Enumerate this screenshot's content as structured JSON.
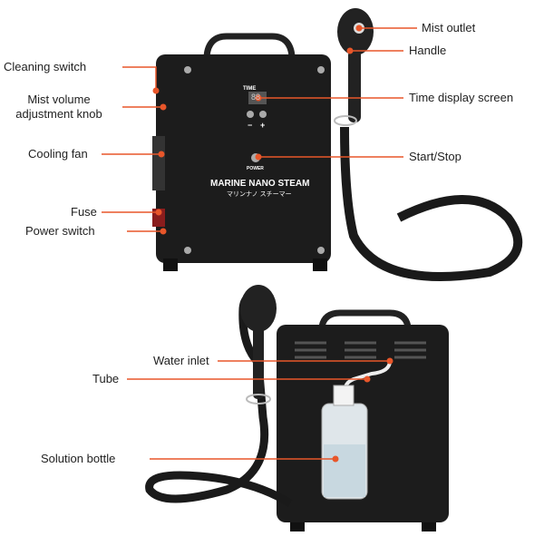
{
  "labels": {
    "mist_outlet": "Mist outlet",
    "handle": "Handle",
    "time_display": "Time display screen",
    "start_stop": "Start/Stop",
    "cleaning_switch": "Cleaning switch",
    "mist_volume_1": "Mist volume",
    "mist_volume_2": "adjustment knob",
    "cooling_fan": "Cooling fan",
    "fuse": "Fuse",
    "power_switch": "Power switch",
    "water_inlet": "Water inlet",
    "tube": "Tube",
    "solution_bottle": "Solution bottle"
  },
  "device": {
    "time_label": "TIME",
    "display_value": "88",
    "minus": "−",
    "plus": "+",
    "power_label": "POWER",
    "brand": "MARINE NANO STEAM",
    "brand_jp": "マリンナノ スチーマー"
  },
  "colors": {
    "accent": "#e8562a",
    "device": "#1c1c1c"
  }
}
